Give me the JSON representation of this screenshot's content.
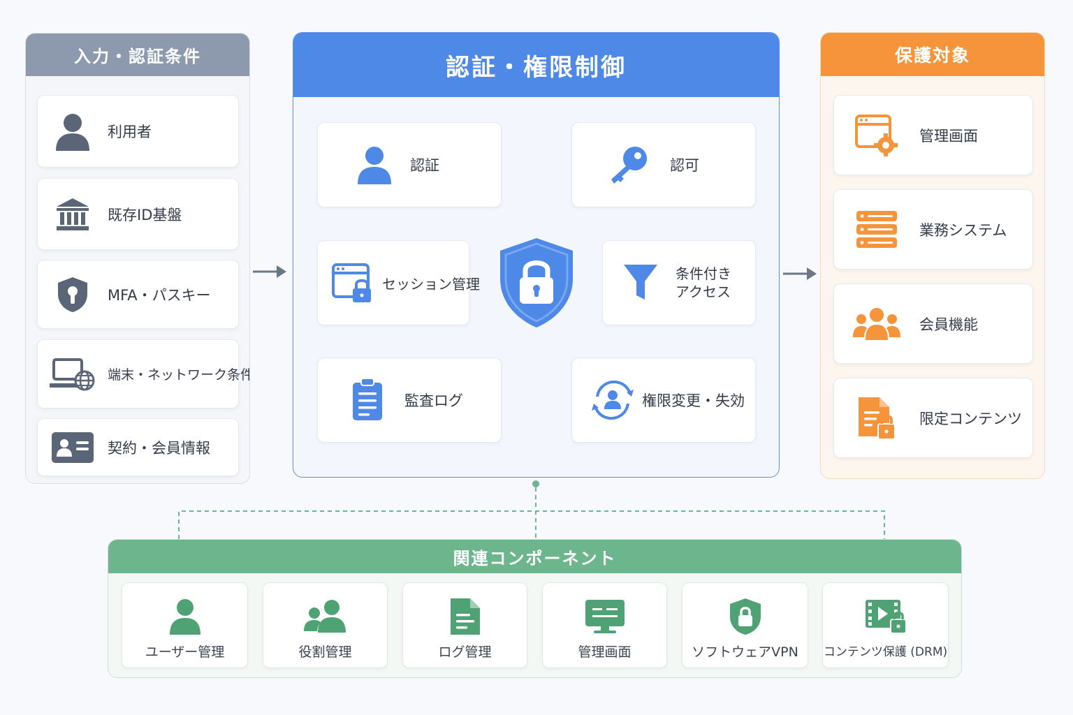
{
  "left": {
    "title": "入力・認証条件",
    "items": [
      {
        "label": "利用者",
        "icon": "user-icon"
      },
      {
        "label": "既存ID基盤",
        "icon": "institution-icon"
      },
      {
        "label": "MFA・パスキー",
        "icon": "shield-key-icon"
      },
      {
        "label": "端末・ネットワーク条件",
        "icon": "laptop-globe-icon"
      },
      {
        "label": "契約・会員情報",
        "icon": "id-card-icon"
      }
    ]
  },
  "center": {
    "title": "認証・権限制御",
    "items": [
      {
        "label": "認証",
        "icon": "user-icon"
      },
      {
        "label": "認可",
        "icon": "key-icon"
      },
      {
        "label": "セッション管理",
        "icon": "window-lock-icon"
      },
      {
        "label_line1": "条件付き",
        "label_line2": "アクセス",
        "icon": "filter-icon"
      },
      {
        "label": "監査ログ",
        "icon": "clipboard-icon"
      },
      {
        "label": "権限変更・失効",
        "icon": "user-refresh-icon"
      }
    ],
    "center_icon": "shield-lock-icon"
  },
  "right": {
    "title": "保護対象",
    "items": [
      {
        "label": "管理画面",
        "icon": "window-gear-icon"
      },
      {
        "label": "業務システム",
        "icon": "server-icon"
      },
      {
        "label": "会員機能",
        "icon": "group-icon"
      },
      {
        "label": "限定コンテンツ",
        "icon": "document-lock-icon"
      }
    ]
  },
  "bottom": {
    "title": "関連コンポーネント",
    "items": [
      {
        "label": "ユーザー管理",
        "icon": "user-icon"
      },
      {
        "label": "役割管理",
        "icon": "users-icon"
      },
      {
        "label": "ログ管理",
        "icon": "document-icon"
      },
      {
        "label": "管理画面",
        "icon": "monitor-icon"
      },
      {
        "label": "ソフトウェアVPN",
        "icon": "shield-lock-icon"
      },
      {
        "label": "コンテンツ保護 (DRM)",
        "icon": "film-lock-icon"
      }
    ]
  },
  "colors": {
    "left_accent": "#5a6678",
    "center_accent": "#4e89e8",
    "right_accent": "#f5943b",
    "bottom_accent": "#6db58c"
  }
}
